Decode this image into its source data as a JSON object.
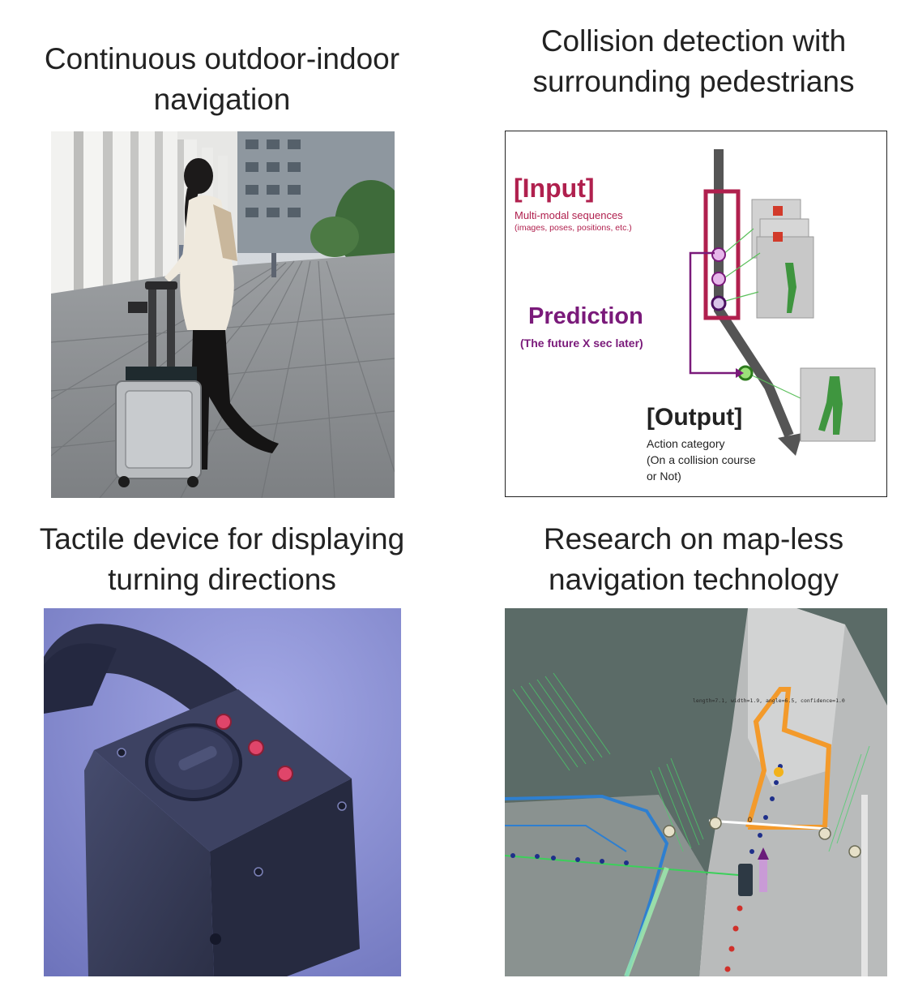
{
  "captions": {
    "top_left": [
      "Continuous outdoor-indoor",
      "navigation"
    ],
    "top_right": [
      "Collision detection with",
      "surrounding pedestrians"
    ],
    "bottom_left": [
      "Tactile device for displaying",
      "turning directions"
    ],
    "bottom_right": [
      "Research on map-less",
      "navigation technology"
    ]
  },
  "diagram": {
    "input_title": "[Input]",
    "input_sub1": "Multi-modal sequences",
    "input_sub2": "(images, poses, positions, etc.)",
    "prediction_title": "Prediction",
    "prediction_sub": "(The future X sec later)",
    "output_title": "[Output]",
    "output_sub1": "Action category",
    "output_sub2": "(On a collision course",
    "output_sub3": "or Not)"
  },
  "map": {
    "overlay_text": "length=7.1, width=1.9, angle=6.5, confidence=1.0",
    "marker": "0"
  },
  "colors": {
    "input": "#b0204e",
    "prediction": "#7a1a7a",
    "output": "#222222",
    "orange_box": "#f39a2b",
    "map_bg": "#5b6b67",
    "tactile_bg": "#8c92d6"
  }
}
